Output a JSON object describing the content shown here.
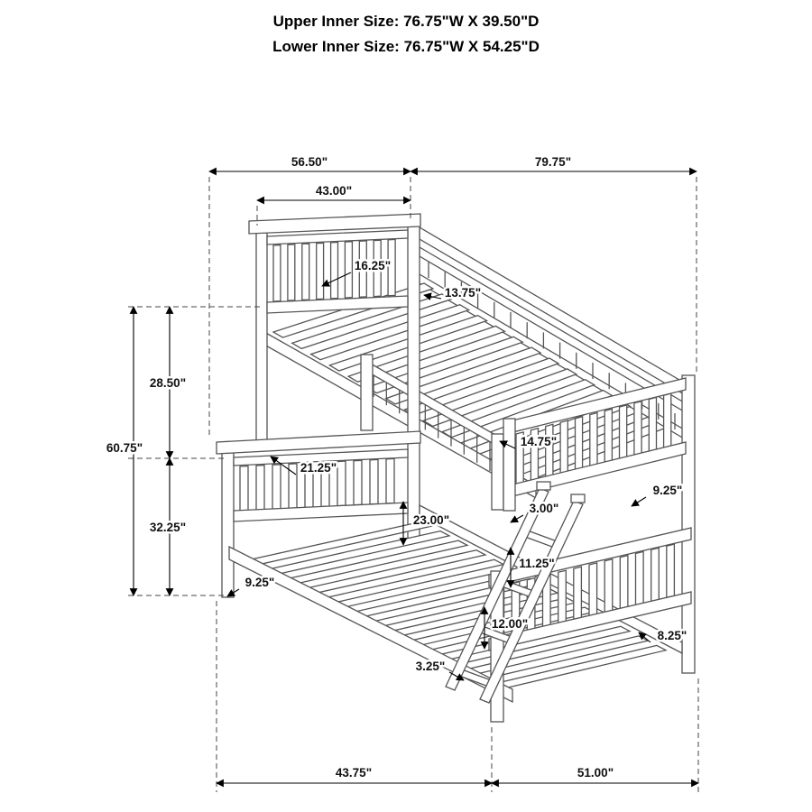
{
  "title": {
    "line1": "Upper Inner Size: 76.75\"W X 39.50\"D",
    "line2": "Lower Inner Size: 76.75\"W X 54.25\"D"
  },
  "dimensions": {
    "upper_width_left": "56.50\"",
    "upper_width_right": "79.75\"",
    "headboard_width": "43.00\"",
    "headboard_panel_height": "16.25\"",
    "back_rail_gap": "13.75\"",
    "upper_section_height": "28.50\"",
    "overall_height": "60.75\"",
    "lower_section_height": "32.25\"",
    "lower_headboard_height": "21.25\"",
    "guardrail_height": "14.75\"",
    "bunk_clearance": "23.00\"",
    "rail_spacing": "3.00\"",
    "footboard_rail_height": "9.25\"",
    "ladder_rung_spacing": "11.25\"",
    "leg_height": "9.25\"",
    "lower_footboard_height": "12.00\"",
    "footboard_bottom_rail": "8.25\"",
    "rail_thickness": "3.25\"",
    "lower_width_left": "43.75\"",
    "lower_width_right": "51.00\""
  }
}
